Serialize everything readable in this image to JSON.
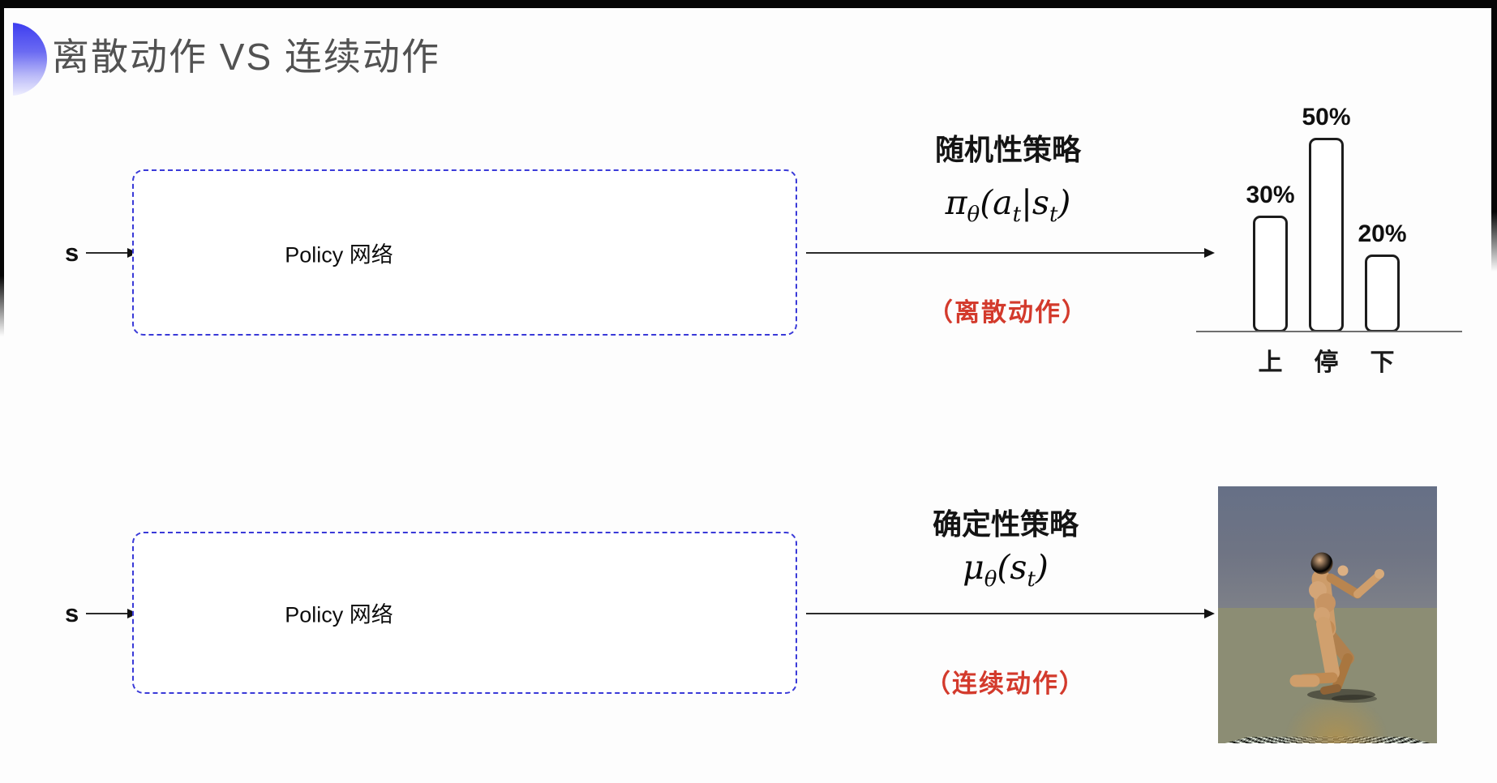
{
  "slide": {
    "title": "离散动作 VS 连续动作",
    "accent_color": "#3d3df0",
    "note_color": "#d33a2c",
    "box_border_color": "#3a3ad8"
  },
  "row_stochastic": {
    "input_label": "s",
    "box_label": "Policy 网络",
    "policy_title": "随机性策略",
    "formula": {
      "sym": "π",
      "sym_sub": "θ",
      "a": "(a",
      "a_sub": "t",
      "b": "|s",
      "b_sub": "t",
      "close": ")"
    },
    "action_note": "（离散动作）"
  },
  "row_deterministic": {
    "input_label": "s",
    "box_label": "Policy 网络",
    "policy_title": "确定性策略",
    "formula": {
      "sym": "μ",
      "sym_sub": "θ",
      "a": "(s",
      "a_sub": "t",
      "b": "",
      "b_sub": "",
      "close": ")"
    },
    "action_note": "（连续动作）",
    "sim_image": {
      "description": "MuJoCo-style humanoid robot running on black-and-white checkerboard floor under gray sky",
      "sky_color": "#6f7484",
      "floor_light": "#e8f0e3",
      "floor_dark": "#0c0e09",
      "body_color": "#cf9e6b"
    }
  },
  "chart_data": {
    "type": "bar",
    "title": "",
    "categories": [
      "上",
      "停",
      "下"
    ],
    "values": [
      30,
      50,
      20
    ],
    "value_labels": [
      "30%",
      "50%",
      "20%"
    ],
    "xlabel": "",
    "ylabel": "",
    "ylim": [
      0,
      60
    ],
    "grid": false,
    "legend": false,
    "bar_style": "white fill, black rounded outline"
  }
}
